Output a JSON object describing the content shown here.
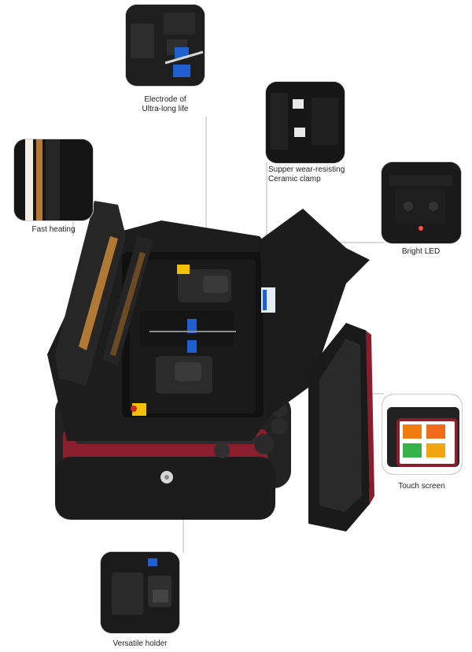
{
  "callouts": {
    "electrode": {
      "label": "Electrode of\nUltra-long life"
    },
    "ceramic": {
      "label": "Supper wear-resisting\nCeramic clamp"
    },
    "heating": {
      "label": "Fast heating"
    },
    "led": {
      "label": "Bright LED"
    },
    "screen": {
      "label": "Touch screen"
    },
    "holder": {
      "label": "Versatile holder"
    }
  },
  "colors": {
    "body_dark": "#1f1f1f",
    "body_mid": "#2b2b2b",
    "accent_red": "#8a1e2c",
    "accent_blue": "#1f5fd0",
    "accent_yellow": "#f2c200",
    "line": "#b9b9b9"
  }
}
